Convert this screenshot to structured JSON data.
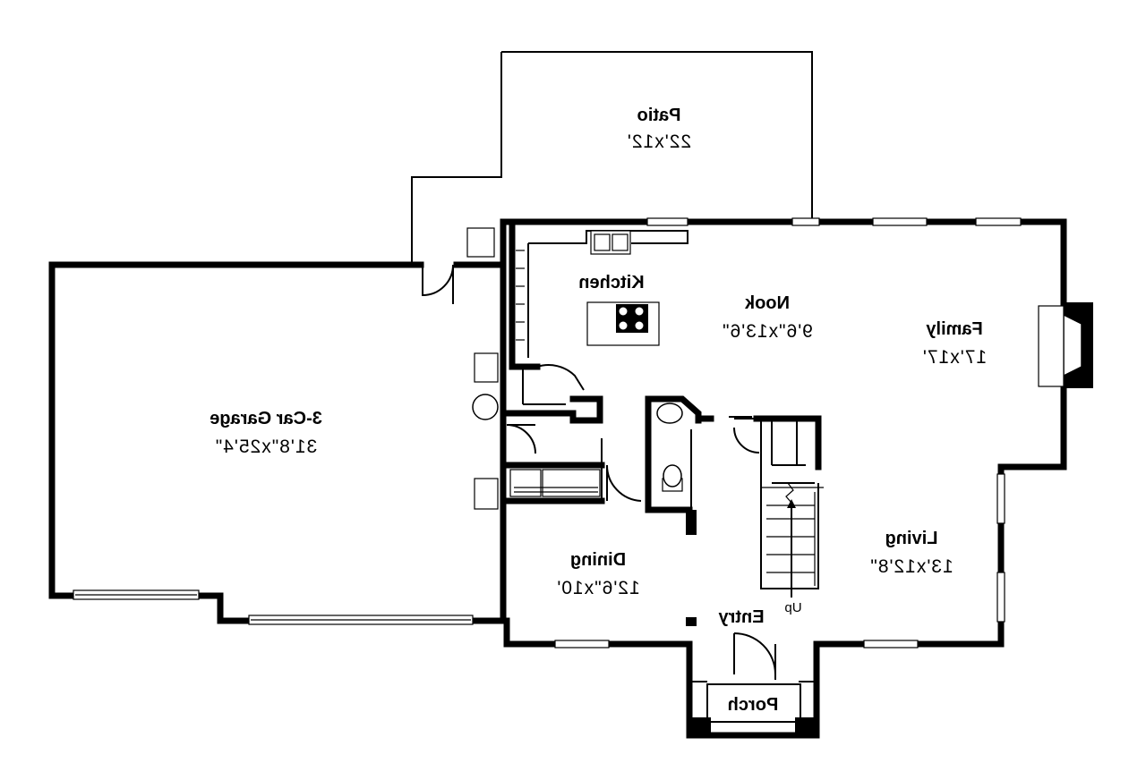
{
  "plan": {
    "rooms": [
      {
        "id": "patio",
        "name": "Patio",
        "dims": "22'x12'"
      },
      {
        "id": "kitchen",
        "name": "Kitchen",
        "dims": ""
      },
      {
        "id": "nook",
        "name": "Nook",
        "dims": "9'6\"x13'6\""
      },
      {
        "id": "family",
        "name": "Family",
        "dims": "17'x17'"
      },
      {
        "id": "garage",
        "name": "3-Car Garage",
        "dims": "31'8\"x25'4\""
      },
      {
        "id": "dining",
        "name": "Dining",
        "dims": "12'6\"x10'"
      },
      {
        "id": "living",
        "name": "Living",
        "dims": "13'x12'8\""
      },
      {
        "id": "entry",
        "name": "Entry",
        "dims": ""
      },
      {
        "id": "porch",
        "name": "Porch",
        "dims": ""
      }
    ],
    "stair_label": "Up",
    "mirrored": true
  }
}
